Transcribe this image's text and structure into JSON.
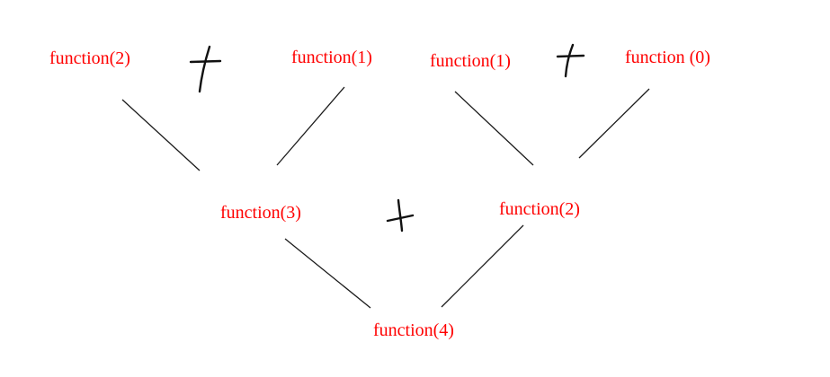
{
  "diagram": {
    "background_color": "#ffffff",
    "node_text_color": "#ff0000",
    "edge_color": "#1b1b1b",
    "plus_color": "#111111",
    "nodes": [
      {
        "id": "fn2-top-left",
        "label": "function(2)"
      },
      {
        "id": "fn1-top-mid-left",
        "label": "function(1)"
      },
      {
        "id": "fn1-top-mid-right",
        "label": "function(1)"
      },
      {
        "id": "fn0-top-right",
        "label": "function (0)"
      },
      {
        "id": "fn3-middle-left",
        "label": "function(3)"
      },
      {
        "id": "fn2-middle-right",
        "label": "function(2)"
      },
      {
        "id": "fn4-bottom",
        "label": "function(4)"
      }
    ],
    "operators": [
      {
        "id": "plus-top-left",
        "symbol": "+",
        "between": [
          "function(2)",
          "function(1)"
        ]
      },
      {
        "id": "plus-top-right",
        "symbol": "+",
        "between": [
          "function(1)",
          "function (0)"
        ]
      },
      {
        "id": "plus-middle",
        "symbol": "+",
        "between": [
          "function(3)",
          "function(2)"
        ]
      }
    ],
    "edges": [
      {
        "from": "function(2)",
        "to": "function(3)"
      },
      {
        "from": "function(1)",
        "to": "function(3)"
      },
      {
        "from": "function(1)",
        "to": "function(2)"
      },
      {
        "from": "function (0)",
        "to": "function(2)"
      },
      {
        "from": "function(3)",
        "to": "function(4)"
      },
      {
        "from": "function(2)",
        "to": "function(4)"
      }
    ]
  }
}
